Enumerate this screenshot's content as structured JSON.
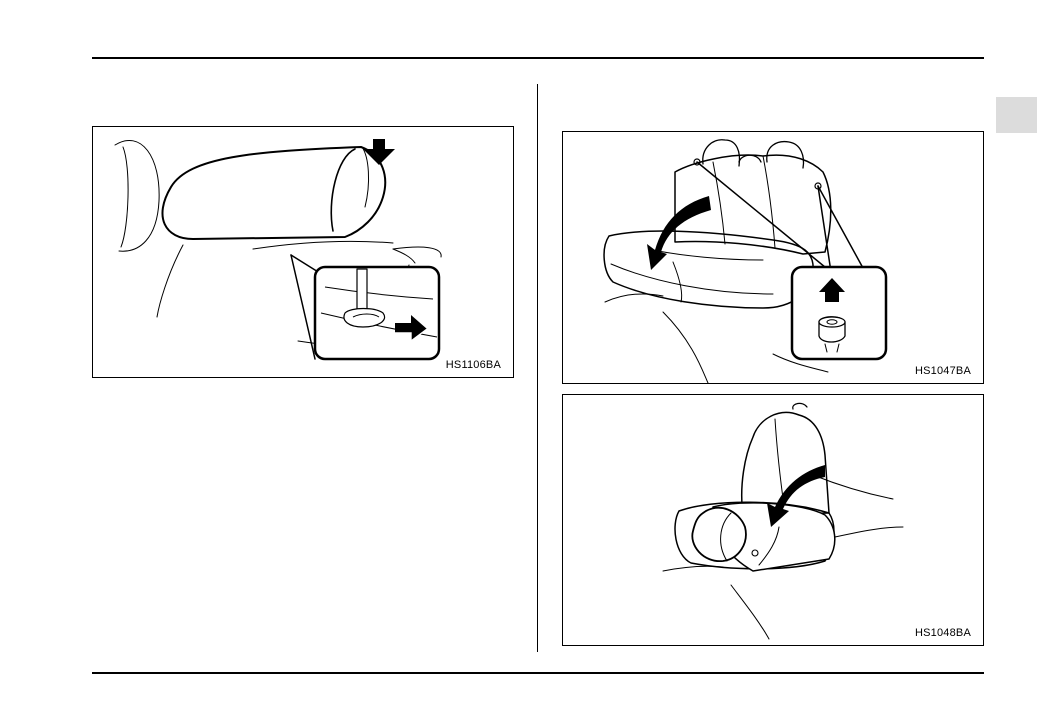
{
  "figures": [
    {
      "code": "HS1106BA"
    },
    {
      "code": "HS1047BA"
    },
    {
      "code": "HS1048BA"
    }
  ]
}
